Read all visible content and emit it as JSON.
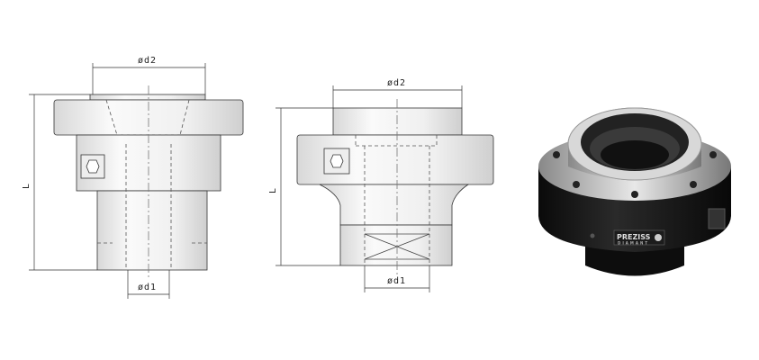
{
  "drawing_left": {
    "dim_top": "ød2",
    "dim_height": "L",
    "dim_bottom": "ød1"
  },
  "drawing_middle": {
    "dim_top": "ød2",
    "dim_height": "L",
    "dim_bottom": "ød1"
  },
  "photo": {
    "logo_main": "PREZISS",
    "logo_sub": "DIAMANT"
  },
  "colors": {
    "metal_light": "#f2f2f2",
    "line": "#333333",
    "body_black": "#141414",
    "ring_silver": "#b8b8b8"
  }
}
